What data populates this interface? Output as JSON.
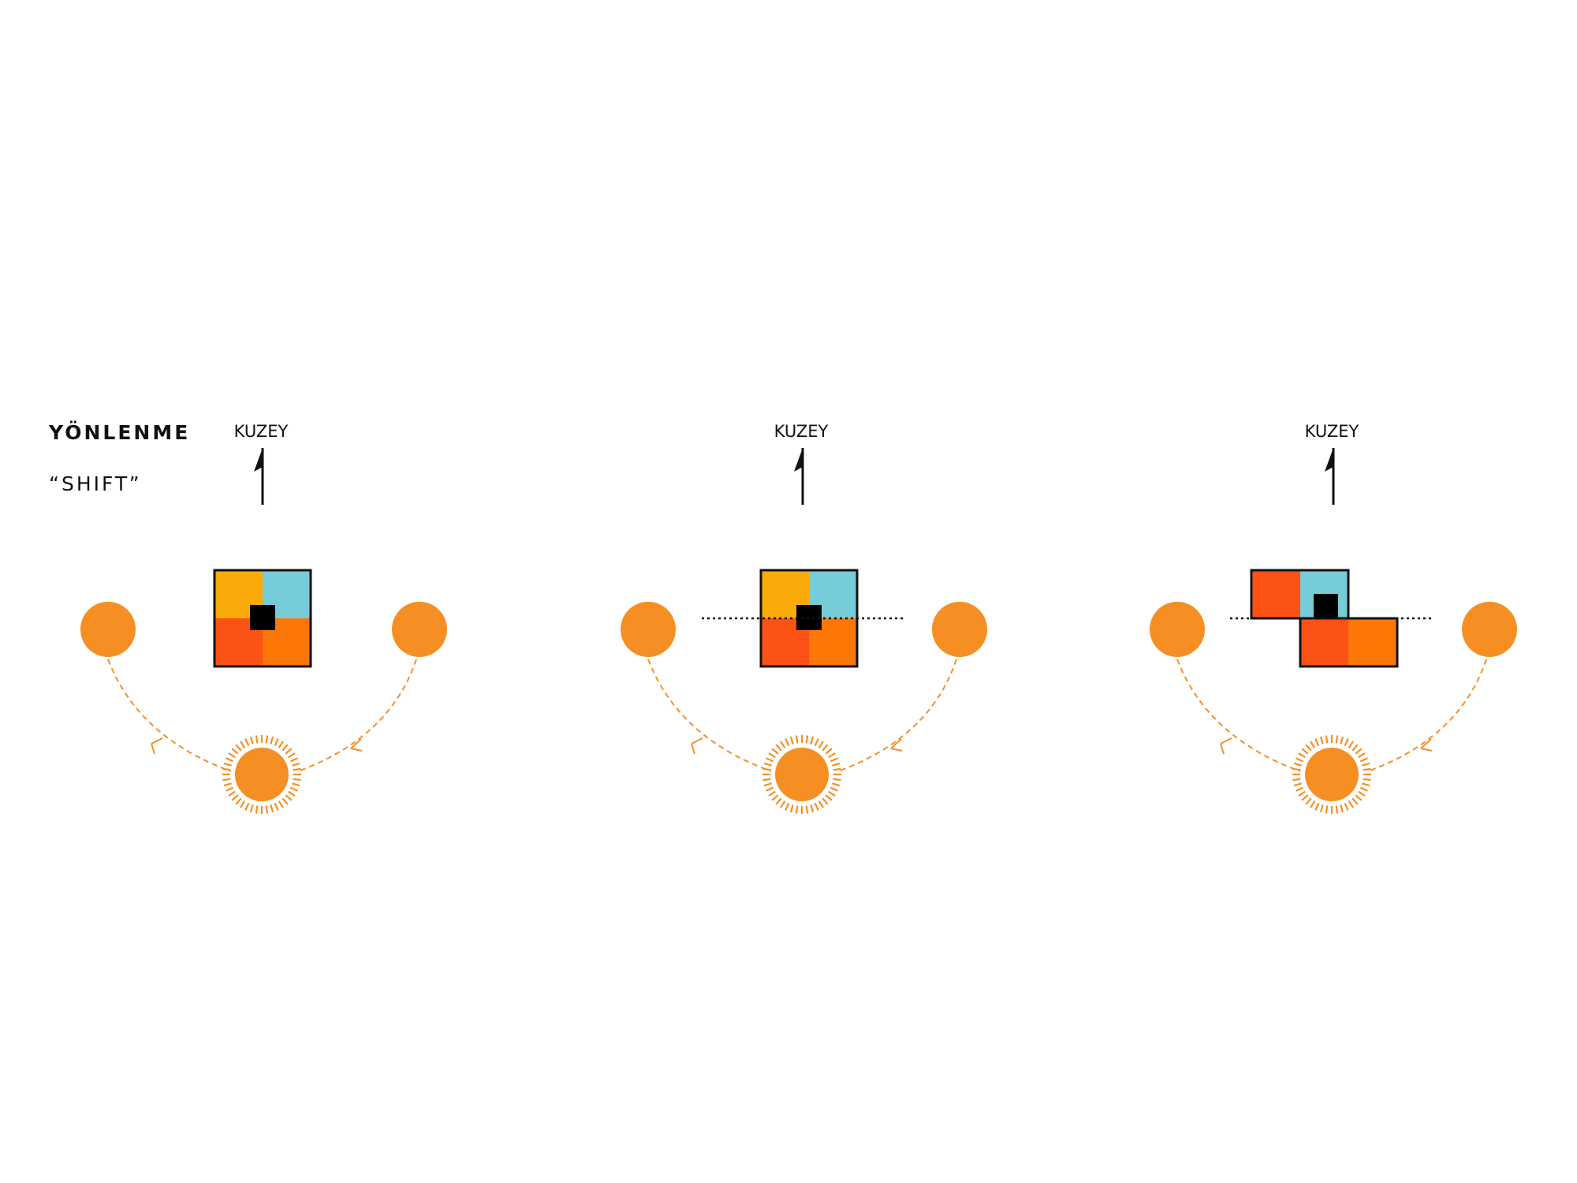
{
  "header": {
    "title": "YÖNLENME",
    "subtitle": "“SHIFT”"
  },
  "panels": [
    {
      "north_label": "KUZEY",
      "variant": "square"
    },
    {
      "north_label": "KUZEY",
      "variant": "square-axis"
    },
    {
      "north_label": "KUZEY",
      "variant": "shifted"
    }
  ],
  "colors": {
    "sun": "#f68f23",
    "block_yellow": "#fbab09",
    "block_blue": "#76ccd9",
    "block_red": "#fc5216",
    "block_orange": "#fd7608",
    "core": "#000000",
    "outline": "#111111"
  },
  "icons": {
    "north_arrow": "north-arrow-icon",
    "sun": "sun-icon",
    "sun_position": "sun-position-circle"
  }
}
